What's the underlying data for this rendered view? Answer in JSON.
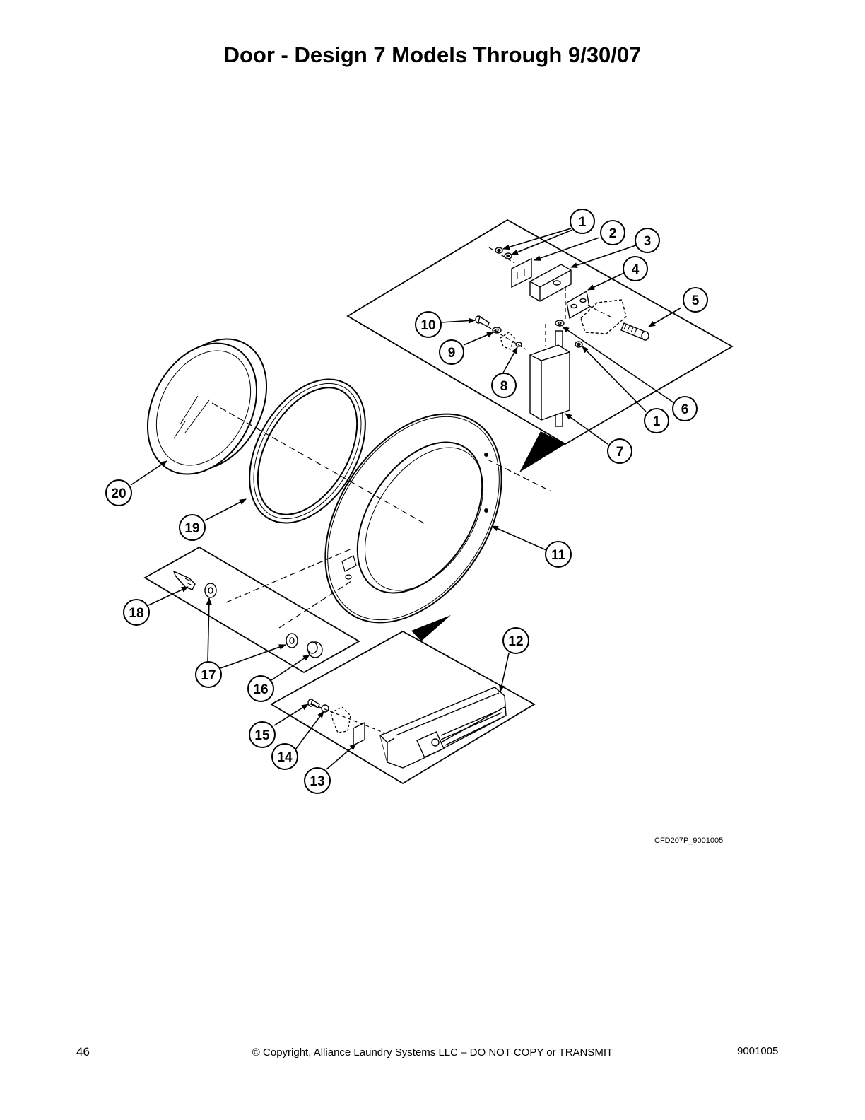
{
  "title": "Door - Design 7 Models Through 9/30/07",
  "drawing_code": "CFD207P_9001005",
  "footer": {
    "page_number": "46",
    "copyright": "© Copyright, Alliance Laundry Systems LLC – DO NOT COPY or TRANSMIT",
    "document_number": "9001005"
  },
  "callouts": [
    {
      "id": "c1a",
      "label": "1"
    },
    {
      "id": "c2",
      "label": "2"
    },
    {
      "id": "c3",
      "label": "3"
    },
    {
      "id": "c4",
      "label": "4"
    },
    {
      "id": "c5",
      "label": "5"
    },
    {
      "id": "c10",
      "label": "10"
    },
    {
      "id": "c9",
      "label": "9"
    },
    {
      "id": "c8",
      "label": "8"
    },
    {
      "id": "c6",
      "label": "6"
    },
    {
      "id": "c1b",
      "label": "1"
    },
    {
      "id": "c7",
      "label": "7"
    },
    {
      "id": "c20",
      "label": "20"
    },
    {
      "id": "c19",
      "label": "19"
    },
    {
      "id": "c11",
      "label": "11"
    },
    {
      "id": "c18",
      "label": "18"
    },
    {
      "id": "c17",
      "label": "17"
    },
    {
      "id": "c16",
      "label": "16"
    },
    {
      "id": "c12",
      "label": "12"
    },
    {
      "id": "c15",
      "label": "15"
    },
    {
      "id": "c14",
      "label": "14"
    },
    {
      "id": "c13",
      "label": "13"
    }
  ]
}
